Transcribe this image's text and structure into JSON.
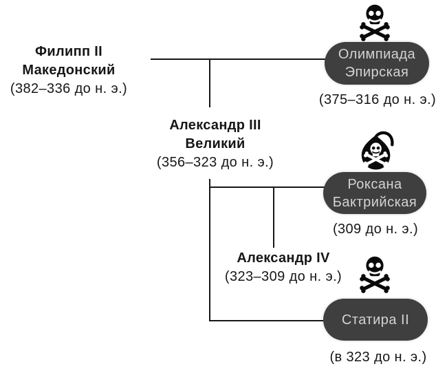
{
  "colors": {
    "background": "#ffffff",
    "line": "#161616",
    "text": "#161616",
    "box_bg": "#3f3f3f",
    "box_text": "#d3d3d3",
    "icon": "#0a0a0a"
  },
  "nodes": {
    "philip": {
      "name_line1": "Филипп II",
      "name_line2": "Македонский",
      "dates": "(382–336 до н. э.)"
    },
    "olympias": {
      "name_line1": "Олимпиада",
      "name_line2": "Эпирская",
      "dates": "(375–316 до н. э.)",
      "icon": "skull-crossbones"
    },
    "alexander3": {
      "name_line1": "Александр III",
      "name_line2": "Великий",
      "dates": "(356–323 до н. э.)"
    },
    "roxana": {
      "name_line1": "Роксана",
      "name_line2": "Бактрийская",
      "dates": "(309 до н. э.)",
      "icon": "poison-bomb"
    },
    "alexander4": {
      "name_line1": "Александр IV",
      "dates": "(323–309 до н. э.)"
    },
    "stateira": {
      "name_line1": "Статира II",
      "dates": "(в 323 до н. э.)",
      "icon": "skull-crossbones"
    }
  }
}
